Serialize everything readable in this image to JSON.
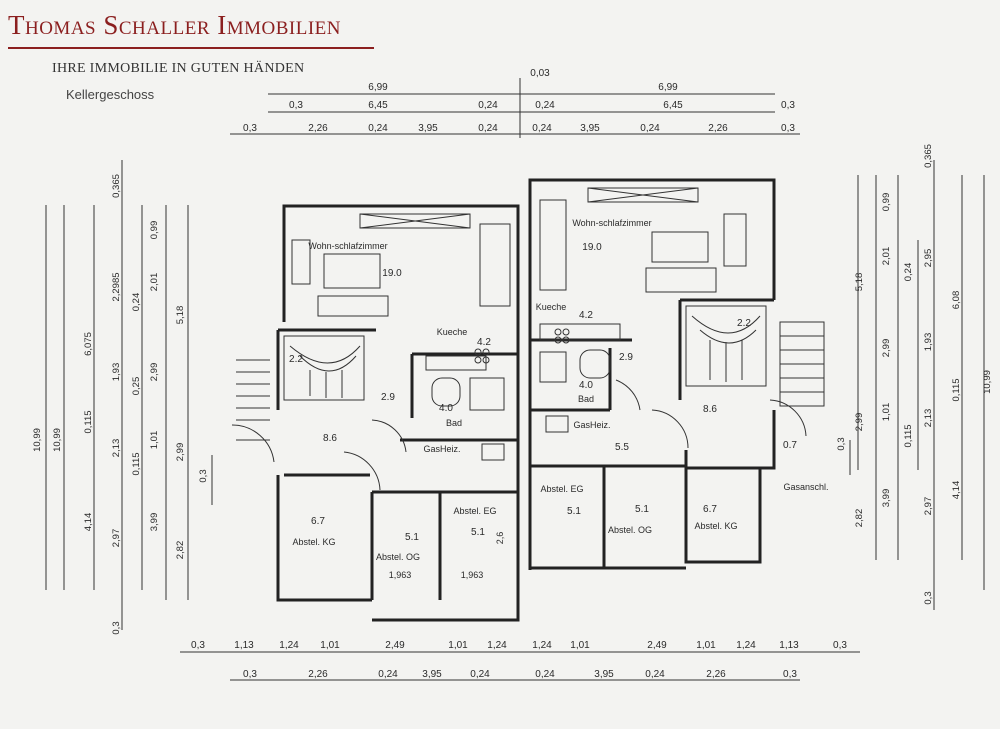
{
  "brand": {
    "name": "Thomas Schaller Immobilien",
    "tagline": "IHRE IMMOBILIE IN GUTEN HÄNDEN"
  },
  "level": "Kellergeschoss",
  "top_dims": {
    "row1": [
      "6,99",
      "0,03",
      "6,99"
    ],
    "row2": [
      "0,3",
      "6,45",
      "0,24",
      "0,24",
      "6,45",
      "0,3"
    ],
    "row3": [
      "0,3",
      "2,26",
      "0,24",
      "3,95",
      "0,24",
      "0,24",
      "3,95",
      "0,24",
      "2,26",
      "0,3"
    ]
  },
  "bottom_dims": {
    "row1": [
      "0,3",
      "1,13",
      "1,24",
      "1,01",
      "2,49",
      "1,01",
      "1,24",
      "1,24",
      "1,01",
      "2,49",
      "1,01",
      "1,24",
      "1,13",
      "0,3"
    ],
    "row2": [
      "0,3",
      "2,26",
      "0,24",
      "3,95",
      "0,24",
      "0,24",
      "3,95",
      "0,24",
      "2,26",
      "0,3"
    ]
  },
  "left_dims": [
    "0,365",
    "0,99",
    "2,2985",
    "2,01",
    "0,24",
    "1,93",
    "0,25",
    "2,99",
    "0,115",
    "1,01",
    "2,13",
    "3,99",
    "2,97",
    "0,3",
    "6,075",
    "5,18",
    "2,99",
    "2,82",
    "4,14",
    "0,115",
    "10,99",
    "10,99",
    "0,3"
  ],
  "right_dims": [
    "0,365",
    "0,99",
    "2,01",
    "0,24",
    "2,95",
    "1,93",
    "6,08",
    "5,18",
    "2,99",
    "1,01",
    "0,115",
    "2,13",
    "0,3",
    "0,115",
    "10,99",
    "2,99",
    "3,99",
    "2,97",
    "4,14",
    "2,82",
    "0,3"
  ],
  "rooms_left": {
    "living": "Wohn-schlafzimmer",
    "living_area": "19.0",
    "kitchen": "Kueche",
    "kitchen_area": "4.2",
    "stair_area": "2.2",
    "hall_area": "2.9",
    "bath_area": "4.0",
    "bath": "Bad",
    "corridor_area": "8.6",
    "heating": "GasHeiz.",
    "storage_kg_area": "6.7",
    "storage_kg": "Abstel. KG",
    "storage_og_area": "5.1",
    "storage_og": "Abstel. OG",
    "storage_eg": "Abstel. EG",
    "storage_eg_area": "5.1",
    "dim_a": "1,963",
    "dim_b": "1,963",
    "dim_c": "2,6"
  },
  "rooms_right": {
    "living": "Wohn-schlafzimmer",
    "living_area": "19.0",
    "kitchen": "Kueche",
    "kitchen_area": "4.2",
    "stair_area": "2.2",
    "hall_area": "2.9",
    "bath_area": "4.0",
    "bath": "Bad",
    "corridor_area": "8.6",
    "heating": "GasHeiz.",
    "heating_area": "5.5",
    "storage_eg": "Abstel. EG",
    "storage_eg_area": "5.1",
    "storage_og_area": "5.1",
    "storage_og": "Abstel. OG",
    "storage_kg_area": "6.7",
    "storage_kg": "Abstel. KG",
    "gas_area": "0.7",
    "gas": "Gasanschl."
  }
}
